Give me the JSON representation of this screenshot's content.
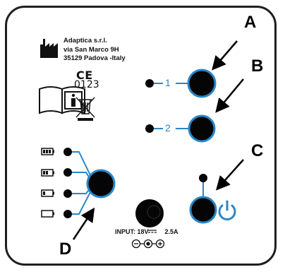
{
  "manufacturer": {
    "name": "Adaptica s.r.l.",
    "street": "via San Marco 9H",
    "city": "35129 Padova -Italy"
  },
  "ce_mark": "CE",
  "notified_body": "0123",
  "ports": [
    {
      "number": "1"
    },
    {
      "number": "2"
    }
  ],
  "callouts": [
    "A",
    "B",
    "C",
    "D"
  ],
  "power_input": {
    "label": "INPUT: 18V",
    "current": "2.5A",
    "polarity_symbol": "⊖-⊙-⊕"
  },
  "colors": {
    "accent_blue": "#2a86c8",
    "panel_border": "#1f1f1f",
    "button_black": "#050505"
  },
  "icons": [
    "manufacturer-icon",
    "manual-book-icon",
    "weee-bin-icon",
    "battery-icons",
    "power-icon"
  ]
}
